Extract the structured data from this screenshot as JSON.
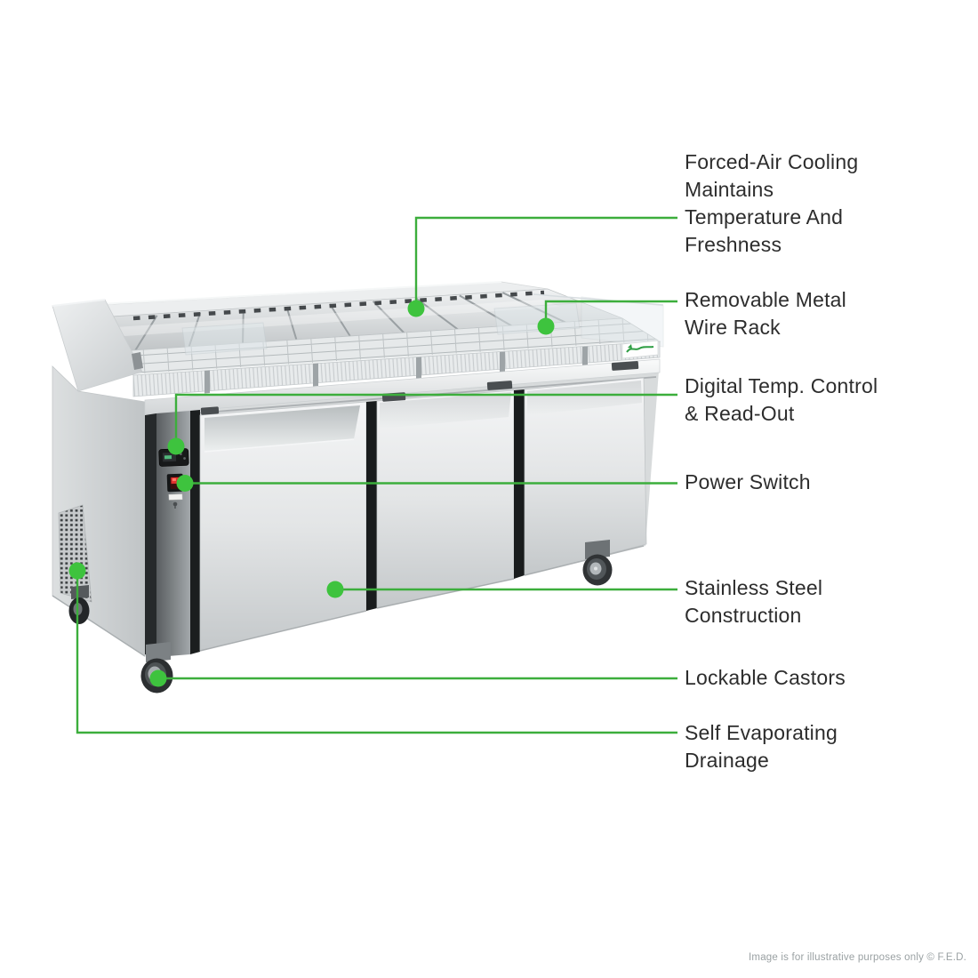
{
  "accent": {
    "line_color": "#3cae3c",
    "dot_color": "#3ec33e",
    "brand_color": "#2f9e44"
  },
  "callouts": [
    {
      "id": "forced-air-cooling",
      "text": "Forced-Air Cooling\nMaintains\nTemperature And\nFreshness"
    },
    {
      "id": "removable-wire-rack",
      "text": "Removable Metal\nWire Rack"
    },
    {
      "id": "digital-temp-control",
      "text": "Digital Temp. Control\n& Read-Out"
    },
    {
      "id": "power-switch",
      "text": "Power Switch"
    },
    {
      "id": "stainless-steel",
      "text": "Stainless Steel\nConstruction"
    },
    {
      "id": "lockable-castors",
      "text": "Lockable Castors"
    },
    {
      "id": "self-evaporating-drainage",
      "text": "Self Evaporating\nDrainage"
    }
  ],
  "footer": {
    "disclaimer": "Image is for illustrative purposes only  © F.E.D."
  }
}
